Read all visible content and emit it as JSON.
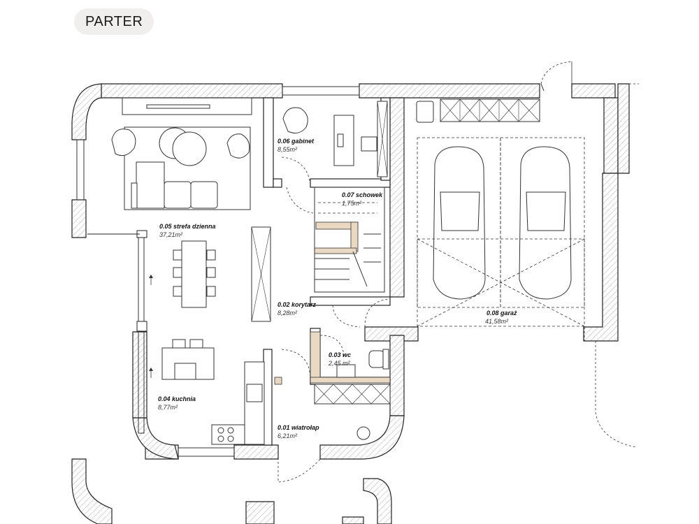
{
  "floor_label": "PARTER",
  "rooms": [
    {
      "id": "strefa-dzienna",
      "name": "0.05 strefa dzienna",
      "area": "37,21m²"
    },
    {
      "id": "gabinet",
      "name": "0.06 gabinet",
      "area": "8,55m²"
    },
    {
      "id": "schowek",
      "name": "0.07 schowek",
      "area": "1,75m²"
    },
    {
      "id": "korytarz",
      "name": "0.02 korytarz",
      "area": "8,28m²"
    },
    {
      "id": "garaz",
      "name": "0.08 garaż",
      "area": "41,58m²"
    },
    {
      "id": "wc",
      "name": "0.03 wc",
      "area": "2,45 m²"
    },
    {
      "id": "kuchnia",
      "name": "0.04 kuchnia",
      "area": "8,77m²"
    },
    {
      "id": "wiatrolap",
      "name": "0.01 wiatrołap",
      "area": "6,21m²"
    }
  ]
}
